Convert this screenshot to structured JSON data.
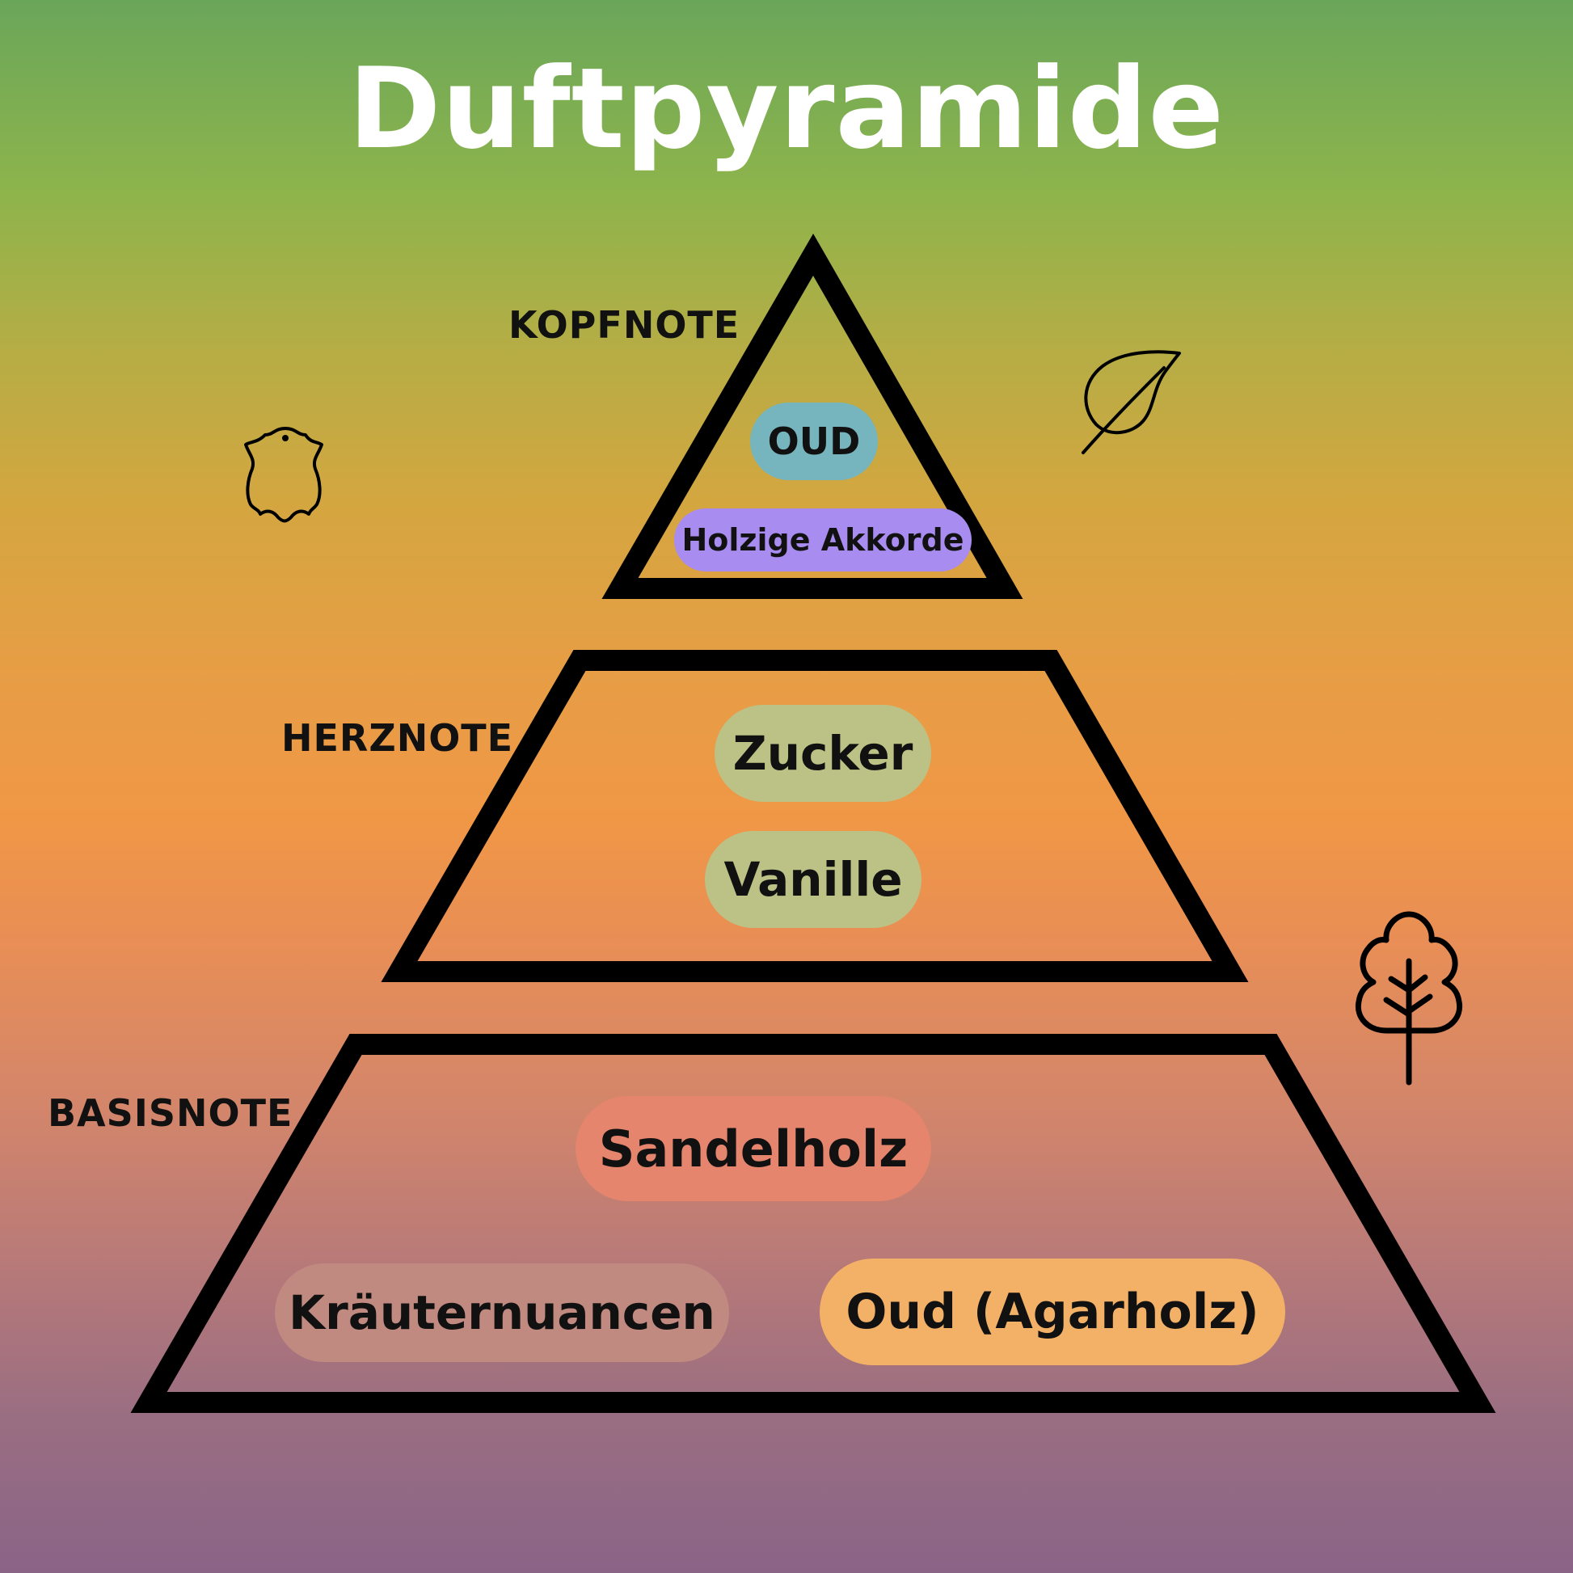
{
  "title": "Duftpyramide",
  "levels": {
    "top": {
      "label": "KOPFNOTE",
      "notes": [
        "OUD",
        "Holzige Akkorde"
      ]
    },
    "middle": {
      "label": "HERZNOTE",
      "notes": [
        "Zucker",
        "Vanille"
      ]
    },
    "base": {
      "label": "BASISNOTE",
      "notes": [
        "Sandelholz",
        "Kräuternuancen",
        "Oud (Agarholz)"
      ]
    }
  },
  "colors": {
    "pill_oud_top": "#76b5bd",
    "pill_holzige": "#a98cf0",
    "pill_zucker": "#bcc285",
    "pill_vanille": "#bcc285",
    "pill_sandelholz": "#e5856d",
    "pill_kraeuter": "#c08a80",
    "pill_oud_agar": "#f3b167",
    "outline": "#000000",
    "title": "#ffffff"
  },
  "icons": [
    "leather-icon",
    "leaf-icon",
    "tree-icon"
  ]
}
